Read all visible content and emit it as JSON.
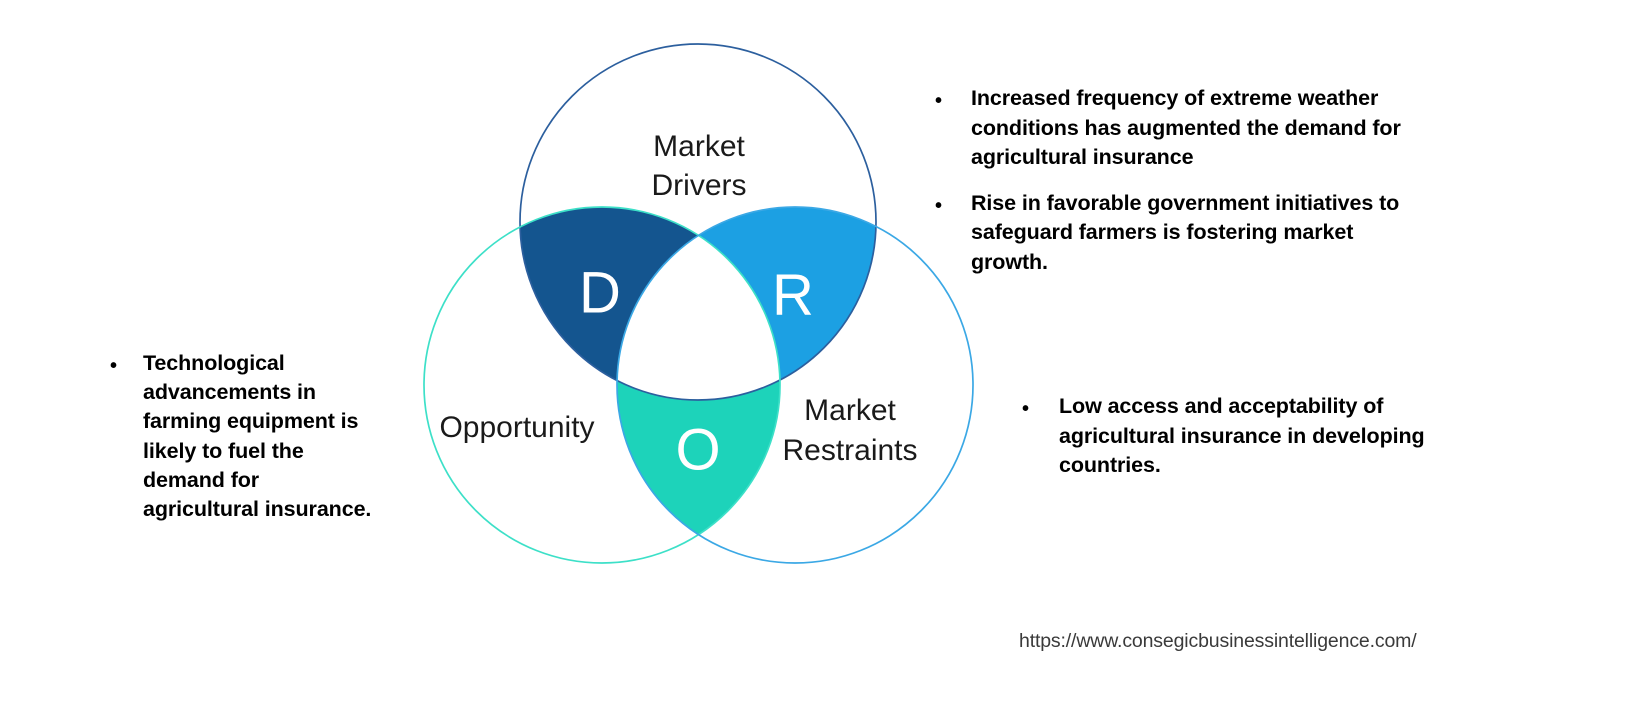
{
  "diagram": {
    "type": "venn-3-circle",
    "circles": [
      {
        "id": "drivers",
        "label_line1": "Market",
        "label_line2": "Drivers",
        "outline_color": "#2C5F9E"
      },
      {
        "id": "opportunity",
        "label_line1": "Opportunity",
        "label_line2": "",
        "outline_color": "#3DE0C8"
      },
      {
        "id": "restraints",
        "label_line1": "Market",
        "label_line2": "Restraints",
        "outline_color": "#3BA8E5"
      }
    ],
    "regions": [
      {
        "id": "d",
        "letter": "D",
        "fill": "#14558F",
        "meaning": "Market Drivers"
      },
      {
        "id": "r",
        "letter": "R",
        "fill": "#1CA0E3",
        "meaning": "Market Restraints"
      },
      {
        "id": "o",
        "letter": "O",
        "fill": "#1DD3BA",
        "meaning": "Opportunity"
      }
    ]
  },
  "labels": {
    "drivers_line1": "Market",
    "drivers_line2": "Drivers",
    "opportunity": "Opportunity",
    "restraints_line1": "Market",
    "restraints_line2": "Restraints",
    "letter_d": "D",
    "letter_r": "R",
    "letter_o": "O"
  },
  "bullet_symbol": "•",
  "drivers_notes": {
    "items": [
      "Increased frequency of extreme weather conditions has augmented the demand for agricultural insurance",
      "Rise in favorable government initiatives to safeguard farmers is fostering market growth."
    ]
  },
  "restraints_notes": {
    "items": [
      "Low access and acceptability of agricultural insurance in developing countries."
    ]
  },
  "opportunity_notes": {
    "items": [
      "Technological advancements in farming equipment is likely to fuel the demand for agricultural insurance."
    ]
  },
  "footer": {
    "url": "https://www.consegicbusinessintelligence.com/"
  },
  "colors": {
    "drivers_outline": "#2C5F9E",
    "opportunity_outline": "#3DE0C8",
    "restraints_outline": "#3BA8E5",
    "d_fill": "#14558F",
    "r_fill": "#1CA0E3",
    "o_fill": "#1DD3BA",
    "text": "#000000",
    "url_text": "#3a3a3a",
    "background": "#ffffff"
  }
}
